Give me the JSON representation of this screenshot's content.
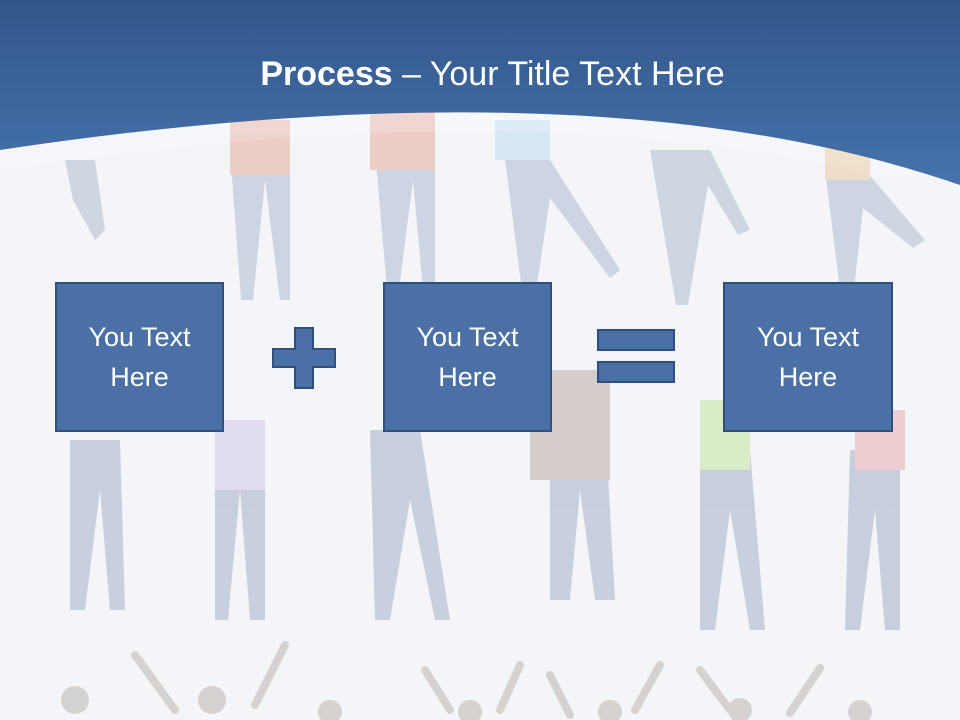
{
  "slide": {
    "title_bold": "Process",
    "title_rest": " – Your Title Text Here",
    "boxes": [
      {
        "line1": "You Text",
        "line2": "Here"
      },
      {
        "line1": "You Text",
        "line2": "Here"
      },
      {
        "line1": "You Text",
        "line2": "Here"
      }
    ],
    "operators": [
      "plus-icon",
      "equals-icon"
    ]
  },
  "colors": {
    "header_dark": "#32568a",
    "header_light": "#4470a8",
    "box_fill": "#4a70a5",
    "box_border": "#2f4f7d",
    "background": "#f3f5f9"
  }
}
